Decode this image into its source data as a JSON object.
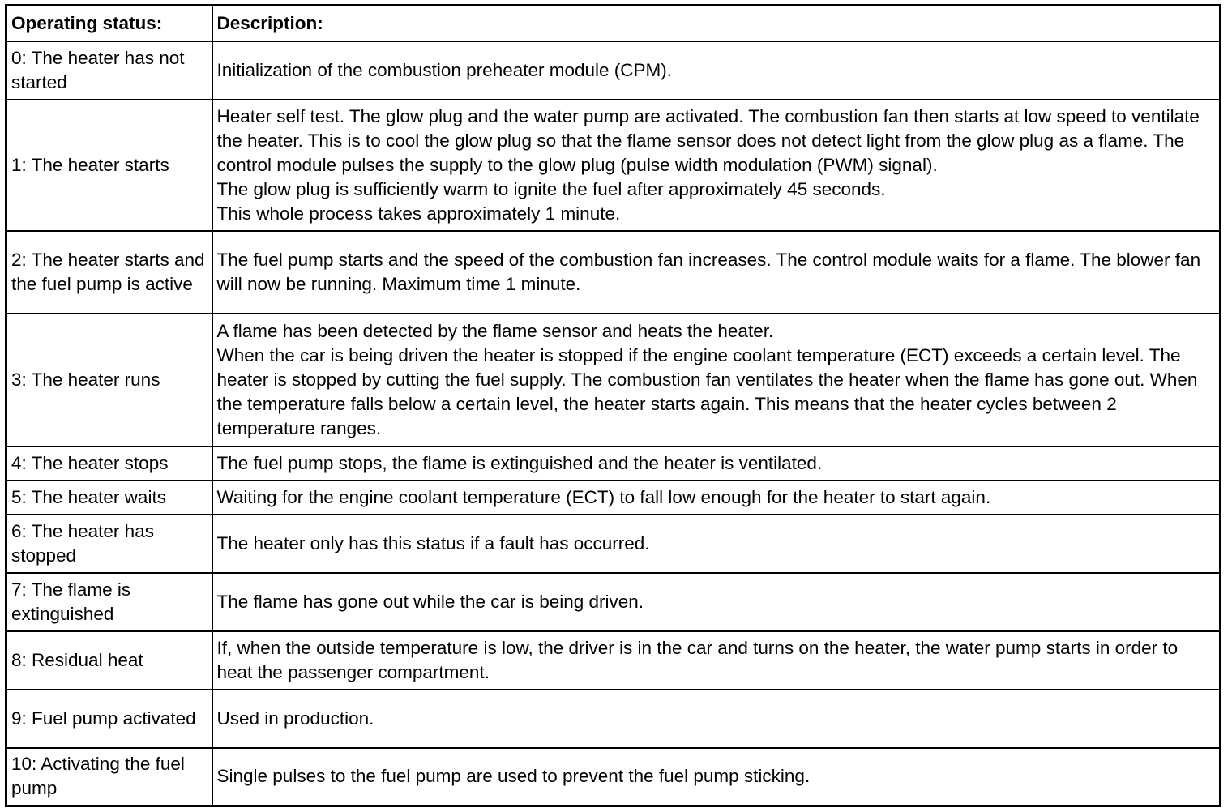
{
  "table": {
    "headers": {
      "status": "Operating status:",
      "description": "Description:"
    },
    "rows": [
      {
        "status": "0: The heater has not started",
        "description": "Initialization of the combustion preheater module (CPM)."
      },
      {
        "status": "1: The heater starts",
        "description": "Heater self test. The glow plug and the water pump are activated. The combustion fan then starts at low speed to ventilate the heater. This is to cool the glow plug so that the flame sensor does not detect light from the glow plug as a flame. The control module pulses the supply to the glow plug (pulse width modulation (PWM) signal).\nThe glow plug is sufficiently warm to ignite the fuel after approximately 45 seconds.\nThis whole process takes approximately 1 minute."
      },
      {
        "status": "2: The heater starts and the fuel pump is active",
        "description": "The fuel pump starts and the speed of the combustion fan increases. The control module waits for a flame. The blower fan will now be running. Maximum time 1 minute."
      },
      {
        "status": "3: The heater runs",
        "description": "A flame has been detected by the flame sensor and heats the heater.\nWhen the car is being driven the heater is stopped if the engine coolant temperature (ECT) exceeds a certain level. The heater is stopped by cutting the fuel supply. The combustion fan ventilates the heater when the flame has gone out. When the temperature falls below a certain level, the heater starts again. This means that the heater cycles between 2 temperature ranges."
      },
      {
        "status": "4: The heater stops",
        "description": "The fuel pump stops, the flame is extinguished and the heater is ventilated."
      },
      {
        "status": "5: The heater waits",
        "description": "Waiting for the engine coolant temperature (ECT) to fall low enough for the heater to start again."
      },
      {
        "status": "6: The heater has stopped",
        "description": "The heater only has this status if a fault has occurred."
      },
      {
        "status": "7: The flame is extinguished",
        "description": "The flame has gone out while the car is being driven."
      },
      {
        "status": "8: Residual heat",
        "description": "If, when the outside temperature is low, the driver is in the car and turns on the heater, the water pump starts in order to heat the passenger compartment."
      },
      {
        "status": "9: Fuel pump activated",
        "description": "Used in production."
      },
      {
        "status": "10: Activating the fuel pump",
        "description": "Single pulses to the fuel pump are used to prevent the fuel pump sticking."
      }
    ]
  }
}
